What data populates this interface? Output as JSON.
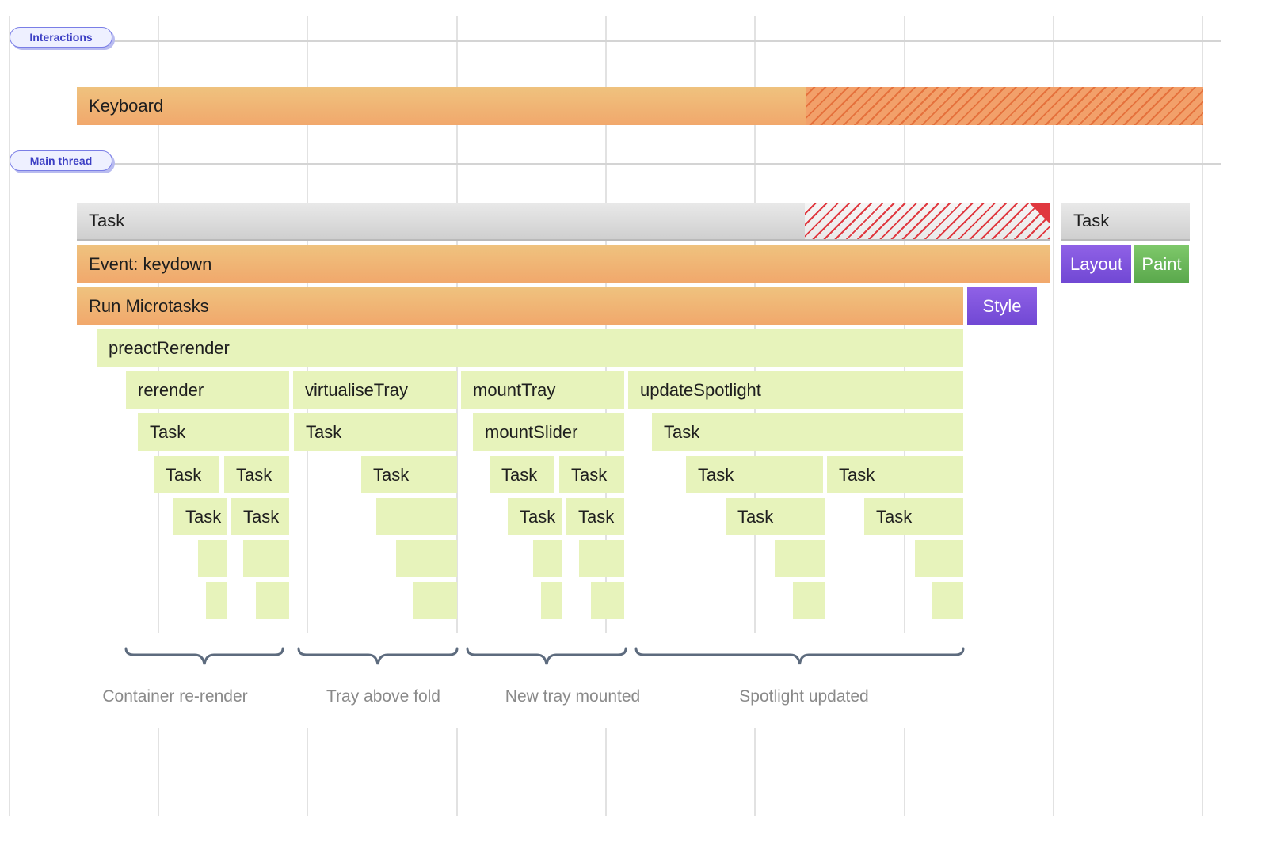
{
  "tracks": {
    "interactions_label": "Interactions",
    "main_thread_label": "Main thread"
  },
  "blocks": {
    "keyboard": "Keyboard",
    "task_top": "Task",
    "task_right": "Task",
    "event_keydown": "Event: keydown",
    "layout": "Layout",
    "paint": "Paint",
    "run_microtasks": "Run Microtasks",
    "style": "Style",
    "preact_rerender": "preactRerender",
    "rerender": "rerender",
    "virtualise_tray": "virtualiseTray",
    "mount_tray": "mountTray",
    "update_spotlight": "updateSpotlight",
    "mount_slider": "mountSlider",
    "task": "Task"
  },
  "captions": {
    "container_rerender": "Container re-render",
    "tray_above_fold": "Tray above fold",
    "new_tray_mounted": "New tray mounted",
    "spotlight_updated": "Spotlight updated"
  },
  "colors": {
    "js_orange": "#f1b070",
    "task_grey": "#d6d6d6",
    "script_green": "#e7f3bb",
    "rendering_purple": "#7a50d9",
    "painting_green": "#62b052",
    "long_task_red": "#e0383f",
    "track_pill": "#7a7ee6",
    "brace": "#5d6b7e"
  }
}
